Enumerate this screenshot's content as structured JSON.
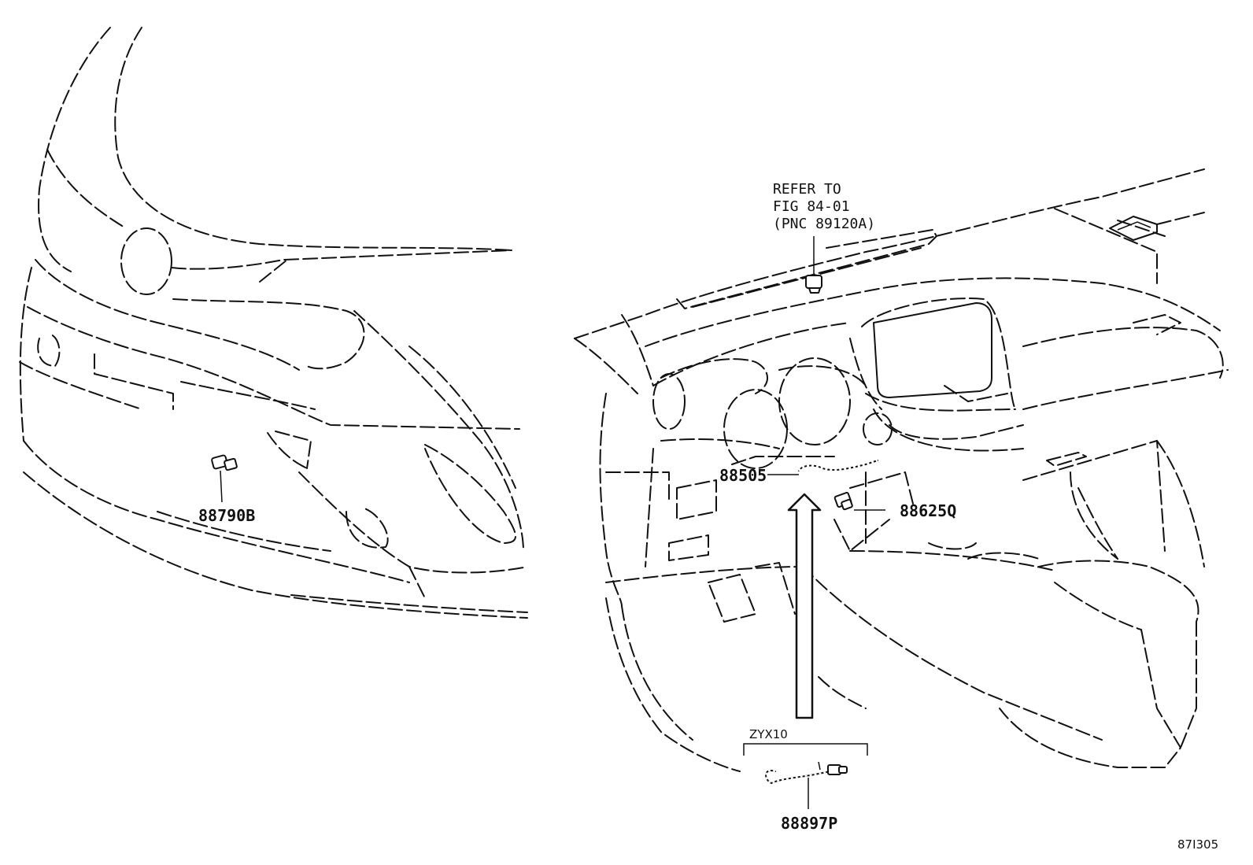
{
  "figure_id": "87I305",
  "refer_note": {
    "line1": "REFER TO",
    "line2": "FIG 84-01",
    "line3": "(PNC 89120A)"
  },
  "callouts": {
    "p88790B": "88790B",
    "p88505": "88505",
    "p88625Q": "88625Q",
    "p88897P": "88897P"
  },
  "variant_label": "ZYX10"
}
